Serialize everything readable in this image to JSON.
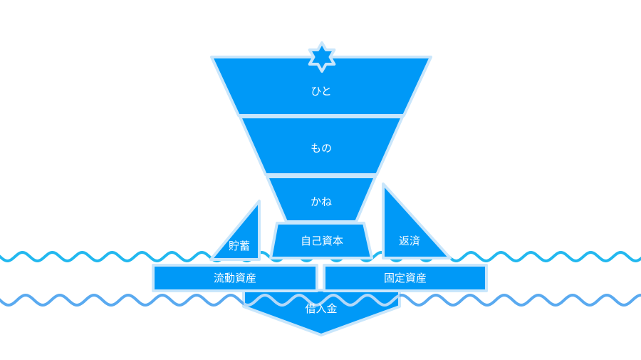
{
  "diagram": {
    "funnel": {
      "top_label": "ひと",
      "middle_label": "もの",
      "bottom_label": "かね"
    },
    "equity_label": "自己資本",
    "savings_label": "貯蓄",
    "repayment_label": "返済",
    "current_assets_label": "流動資産",
    "fixed_assets_label": "固定資産",
    "borrowing_label": "借入金",
    "icon": "star-icon"
  },
  "colors": {
    "shape_fill": "#0099f7",
    "shape_outline": "#c9e6fb",
    "wave_upper": "#22b8ef",
    "wave_lower": "#5aaaf0"
  }
}
